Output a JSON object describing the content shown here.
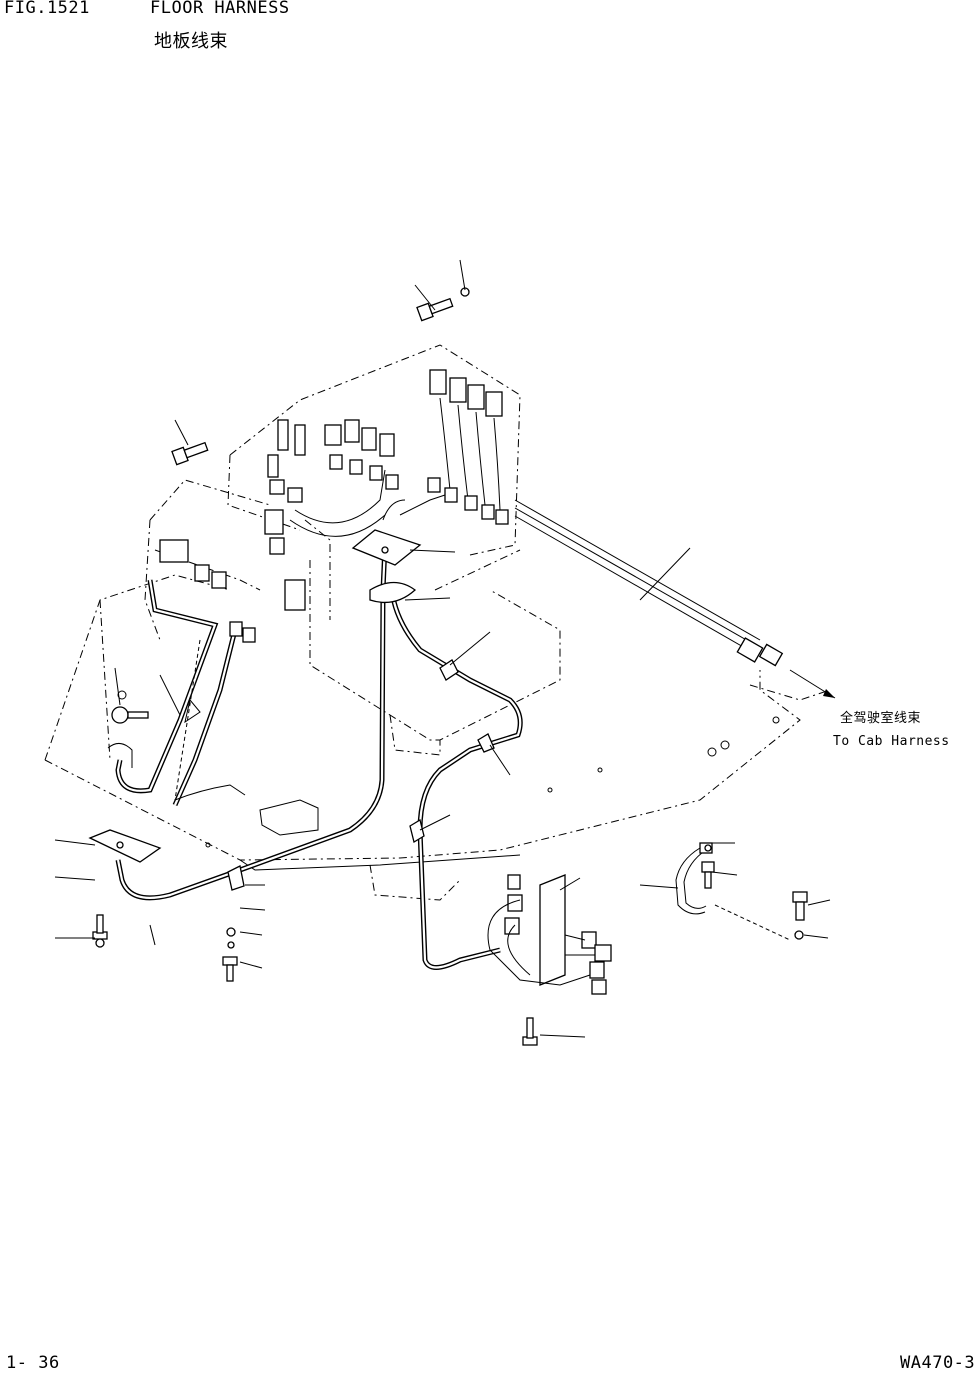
{
  "header": {
    "fig_number": "FIG.1521",
    "title": "FLOOR HARNESS",
    "title_cn": "地板线束"
  },
  "callouts": {
    "to_cab_cn": "全驾驶室线束",
    "to_cab_en": "To Cab Harness"
  },
  "footer": {
    "page": "1- 36",
    "model": "WA470-3"
  }
}
